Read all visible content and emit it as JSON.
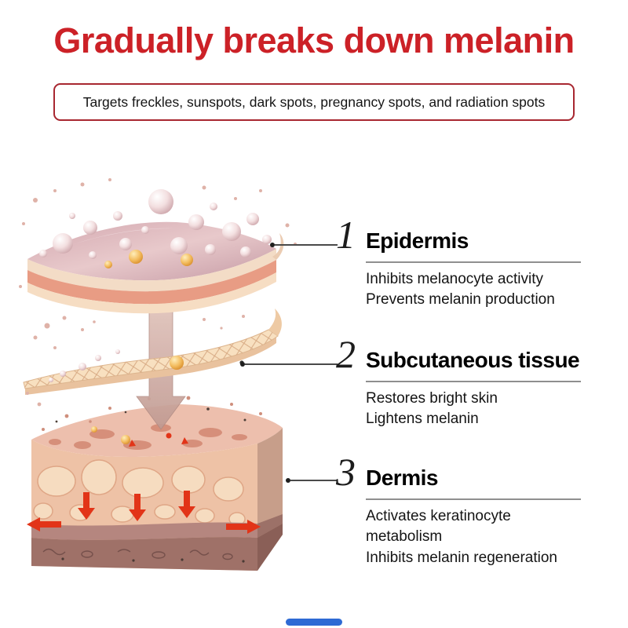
{
  "title": "Gradually breaks down melanin",
  "subtitle": "Targets freckles, sunspots, dark spots, pregnancy spots, and radiation spots",
  "annotations": [
    {
      "number": "1",
      "label": "Epidermis",
      "desc1": "Inhibits melanocyte activity",
      "desc2": "Prevents melanin production"
    },
    {
      "number": "2",
      "label": "Subcutaneous tissue",
      "desc1": "Restores bright skin",
      "desc2": "Lightens melanin"
    },
    {
      "number": "3",
      "label": "Dermis",
      "desc1": "Activates keratinocyte metabolism",
      "desc2": "Inhibits melanin regeneration"
    }
  ],
  "illustration": {
    "name": "skin-cross-section-diagram",
    "elements": [
      "melanin-pearls",
      "absorption-arrow",
      "epidermis-slab",
      "subcutaneous-mesh-sheet",
      "dermis-block",
      "red-direction-arrows"
    ]
  },
  "colors": {
    "title_red": "#cc2127",
    "box_border": "#a82730",
    "connector_gray": "#4a4a4a",
    "indicator_blue": "#2e6ad4"
  }
}
